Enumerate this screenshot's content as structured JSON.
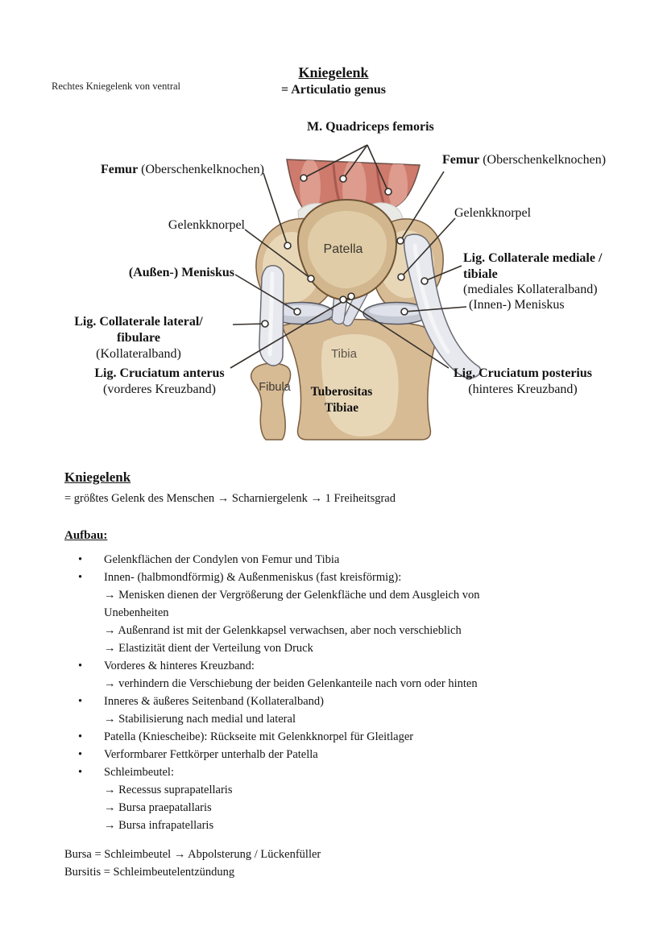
{
  "page": {
    "side_note": "Rechtes Kniegelenk von ventral",
    "title": "Kniegelenk",
    "subtitle": "= Articulatio genus"
  },
  "figure": {
    "colors": {
      "muscle": "#ce7a6c",
      "muscle_light": "#de9c8e",
      "muscle_dark": "#a85a50",
      "tendon": "#e9e9e6",
      "bone": "#d7bb95",
      "bone_light": "#e8d7b7",
      "bone_outline": "#7b5f41",
      "patella": "#d2b68d",
      "patella_light": "#e0cda7",
      "ligament": "#e7e9ee",
      "ligament_outline": "#6a6a74",
      "meniscus": "#c3c7d2",
      "leader": "#35302b"
    },
    "labels": {
      "quadriceps": "M. Quadriceps femoris",
      "femur_left": {
        "bold": "Femur",
        "rest": " (Oberschenkelknochen)"
      },
      "cartilage_left": "Gelenkknorpel",
      "meniscus_left": "(Außen-) Meniskus",
      "collateral_left": {
        "line1": "Lig. Collaterale lateral/",
        "line2": "fibulare",
        "line3": "(Kollateralband)"
      },
      "cruciate_anterior": {
        "line1": "Lig. Cruciatum anterus",
        "line2": "(vorderes Kreuzband)"
      },
      "femur_right": {
        "bold": "Femur",
        "rest": " (Oberschenkelknochen)"
      },
      "cartilage_right": "Gelenkknorpel",
      "collateral_right": {
        "line1": "Lig. Collaterale mediale /",
        "line2": "tibiale",
        "line3": "(mediales Kollateralband)"
      },
      "meniscus_right": "(Innen-) Meniskus",
      "cruciate_posterior": {
        "line1": "Lig. Cruciatum posterius",
        "line2": "(hinteres Kreuzband)"
      }
    },
    "illustration_text": {
      "patella": "Patella",
      "tibia": "Tibia",
      "fibula": "Fibula",
      "tuberositas_line1": "Tuberositas",
      "tuberositas_line2": "Tibiae"
    }
  },
  "notes": {
    "heading": "Kniegelenk",
    "intro": "= größtes Gelenk des Menschen → Scharniergelenk → 1 Freiheitsgrad",
    "section_heading": "Aufbau:",
    "bullet_char": "•",
    "items": [
      {
        "type": "bullet",
        "text": "Gelenkflächen der Condylen von Femur und Tibia"
      },
      {
        "type": "bullet",
        "text": "Innen- (halbmondförmig) & Außenmeniskus (fast kreisförmig):"
      },
      {
        "type": "arrow",
        "text": "→ Menisken dienen der Vergrößerung der Gelenkfläche und dem Ausgleich von Unebenheiten"
      },
      {
        "type": "arrow",
        "text": "→ Außenrand ist mit der Gelenkkapsel verwachsen, aber noch verschieblich"
      },
      {
        "type": "arrow",
        "text": "→ Elastizität dient der Verteilung von Druck"
      },
      {
        "type": "bullet",
        "text": "Vorderes & hinteres Kreuzband:"
      },
      {
        "type": "arrow",
        "text": "→ verhindern die Verschiebung der beiden Gelenkanteile nach vorn oder hinten"
      },
      {
        "type": "bullet",
        "text": "Inneres & äußeres Seitenband (Kollateralband)"
      },
      {
        "type": "arrow",
        "text": "→ Stabilisierung nach medial und lateral"
      },
      {
        "type": "bullet",
        "text": "Patella (Kniescheibe): Rückseite mit Gelenkknorpel für Gleitlager"
      },
      {
        "type": "bullet",
        "text": "Verformbarer Fettkörper unterhalb der Patella"
      },
      {
        "type": "bullet",
        "text": "Schleimbeutel:"
      },
      {
        "type": "arrow",
        "text": "→ Recessus suprapatellaris"
      },
      {
        "type": "arrow",
        "text": "→ Bursa praepatallaris"
      },
      {
        "type": "arrow",
        "text": "→ Bursa infrapatellaris"
      }
    ],
    "footer": [
      "Bursa = Schleimbeutel → Abpolsterung / Lückenfüller",
      "Bursitis = Schleimbeutelentzündung"
    ]
  }
}
